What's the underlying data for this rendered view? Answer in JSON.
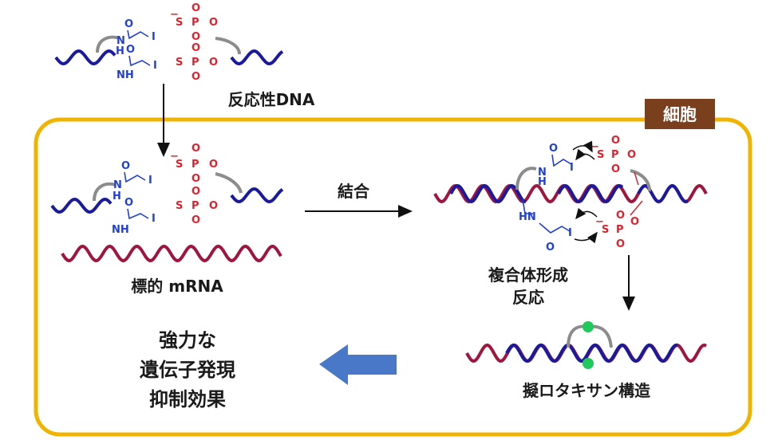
{
  "labels": {
    "reactive_dna": "反応性DNA",
    "cell": "細胞",
    "binding": "結合",
    "target_mrna": "標的 mRNA",
    "complex_formation_1": "複合体形成",
    "complex_formation_2": "反応",
    "pseudo_rotaxane": "擬ロタキサン構造",
    "effect_1": "強力な",
    "effect_2": "遺伝子発現",
    "effect_3": "抑制効果"
  },
  "chem": {
    "iodo": "I",
    "oxygen": "O",
    "nitrogen": "N",
    "hydrogen": "H",
    "sulfur": "S",
    "phosphorus": "P",
    "minus": "−",
    "nh": "NH",
    "hn": "HN"
  },
  "colors": {
    "dna_blue": "#1a1a9e",
    "rna_red": "#a0153e",
    "cell_border": "#f0b400",
    "cell_tag_bg": "#7a3f1d",
    "chem_blue": "#1f3fd6",
    "chem_red": "#e0202a",
    "linker_gray": "#8c8c8c",
    "dot_green": "#1fc95b",
    "big_arrow": "#4a78c8"
  },
  "icons": {
    "down_arrow": "down-arrow-icon",
    "right_arrow": "right-arrow-icon",
    "left_big_arrow": "big-left-arrow-icon"
  }
}
